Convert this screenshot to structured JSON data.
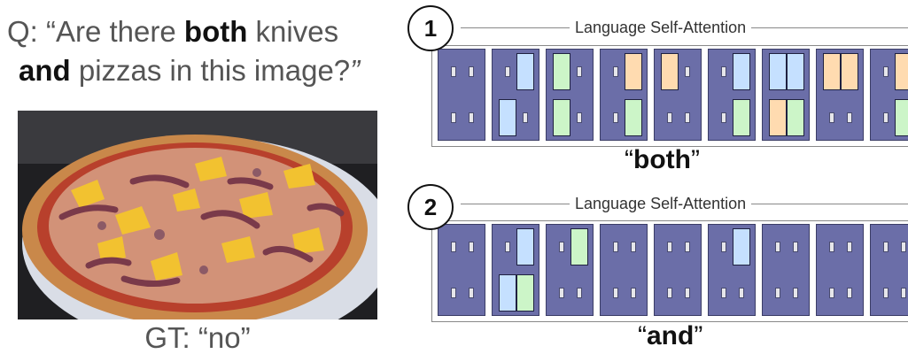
{
  "question": {
    "prefix": "Q: “Are there ",
    "bold1": "both",
    "middle1": " knives",
    "bold2": "and",
    "middle2": " pizzas in this image?",
    "suffix": "”"
  },
  "image": {
    "subject": "pizza on white plate"
  },
  "ground_truth": "GT: “no”",
  "panels": [
    {
      "number": "1",
      "title": "Language Self-Attention",
      "word_open": "“",
      "word": "both",
      "word_close": "”",
      "heads": [
        [
          null,
          null,
          null,
          null
        ],
        [
          null,
          "blue",
          "blue",
          null
        ],
        [
          "green",
          null,
          "green",
          null
        ],
        [
          null,
          "orange",
          null,
          "green"
        ],
        [
          "orange",
          null,
          null,
          null
        ],
        [
          null,
          "blue",
          null,
          "green"
        ],
        [
          "blue",
          "blue",
          "orange",
          "green"
        ],
        [
          "orange",
          "orange",
          null,
          null
        ],
        [
          null,
          "orange",
          null,
          "green"
        ]
      ]
    },
    {
      "number": "2",
      "title": "Language Self-Attention",
      "word_open": "“",
      "word": "and",
      "word_close": "”",
      "heads": [
        [
          null,
          null,
          null,
          null
        ],
        [
          null,
          "blue",
          "blue",
          "green"
        ],
        [
          null,
          "green",
          null,
          null
        ],
        [
          null,
          null,
          null,
          null
        ],
        [
          null,
          null,
          null,
          null
        ],
        [
          null,
          "blue",
          null,
          null
        ],
        [
          null,
          null,
          null,
          null
        ],
        [
          null,
          null,
          null,
          null
        ],
        [
          null,
          null,
          null,
          null
        ]
      ]
    }
  ],
  "colors": {
    "head_fill": "#6b6ea8",
    "blue": "#c5e0ff",
    "green": "#ccf5c8",
    "orange": "#ffdbb0"
  }
}
